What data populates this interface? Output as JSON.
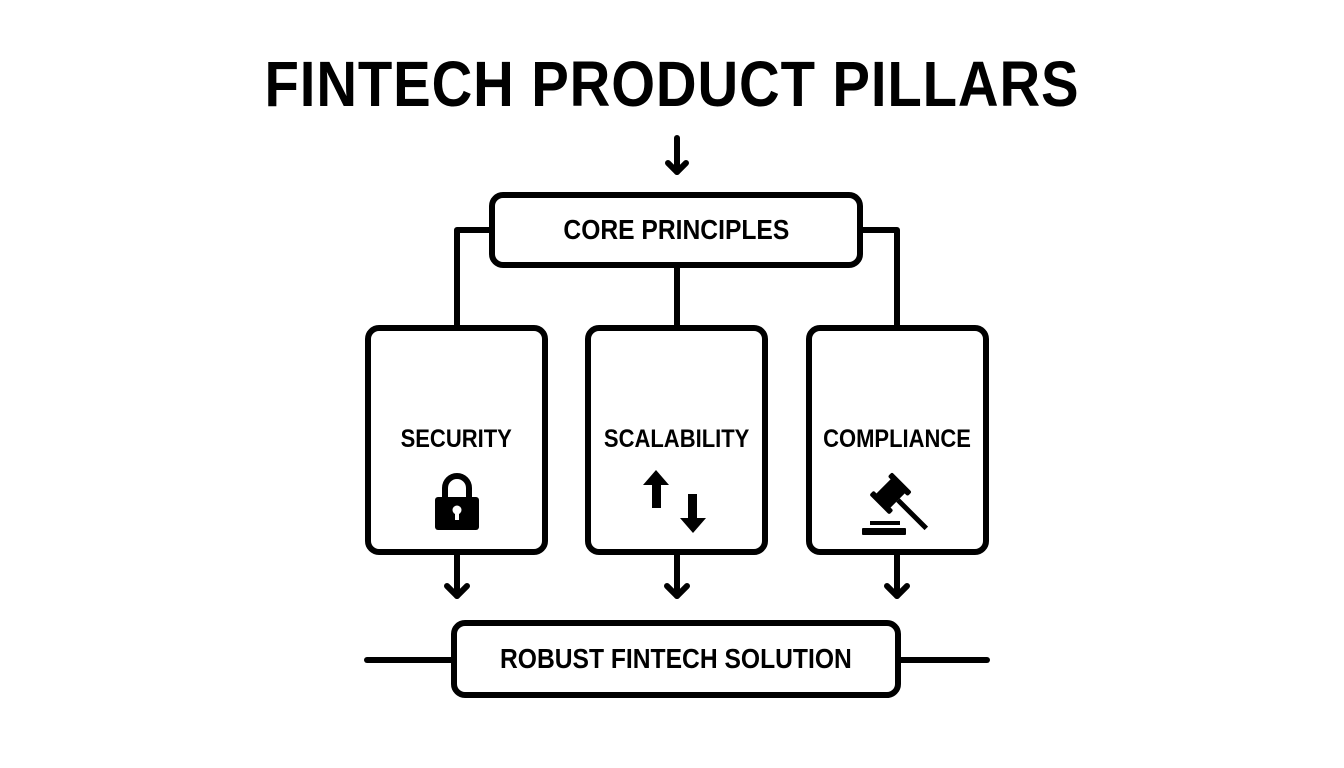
{
  "title": "FINTECH PRODUCT PILLARS",
  "core": {
    "label": "CORE PRINCIPLES"
  },
  "pillars": [
    {
      "label": "SECURITY",
      "icon": "padlock-icon"
    },
    {
      "label": "SCALABILITY",
      "icon": "up-down-arrows-icon"
    },
    {
      "label": "COMPLIANCE",
      "icon": "gavel-icon"
    }
  ],
  "result": {
    "label": "ROBUST FINTECH SOLUTION"
  },
  "colors": {
    "stroke": "#000000",
    "background": "#ffffff"
  }
}
